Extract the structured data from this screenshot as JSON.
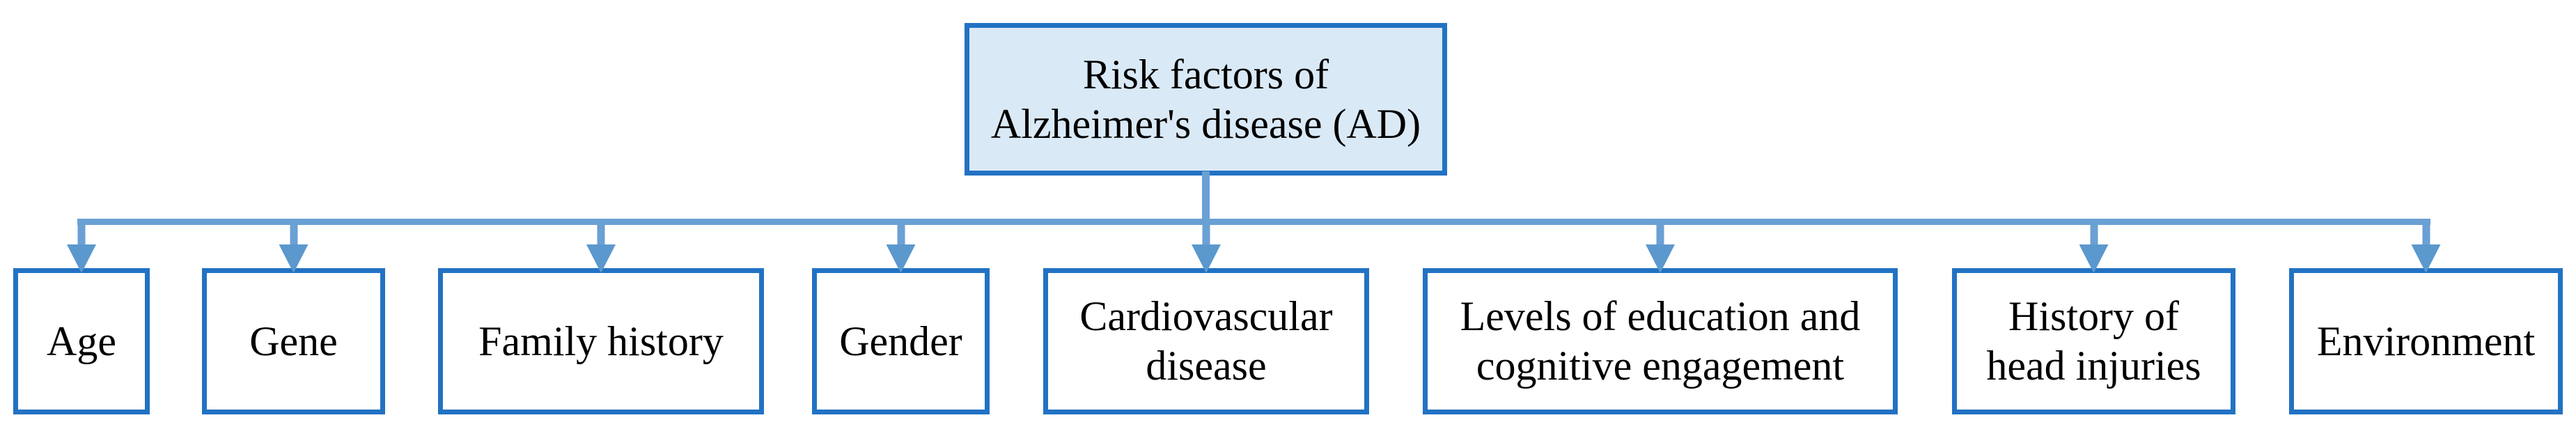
{
  "diagram": {
    "root": {
      "label": "Risk factors of\nAlzheimer's disease (AD)"
    },
    "children": [
      {
        "label": "Age"
      },
      {
        "label": "Gene"
      },
      {
        "label": "Family history"
      },
      {
        "label": "Gender"
      },
      {
        "label": "Cardiovascular\ndisease"
      },
      {
        "label": "Levels of education and\ncognitive engagement"
      },
      {
        "label": "History of\nhead injuries"
      },
      {
        "label": "Environment"
      }
    ],
    "colors": {
      "box_border": "#2272c3",
      "root_fill": "#dae9f6",
      "child_fill": "#ffffff",
      "connector_line": "#6aa0d4",
      "arrowhead": "#5b98cd",
      "text": "#000000"
    }
  }
}
